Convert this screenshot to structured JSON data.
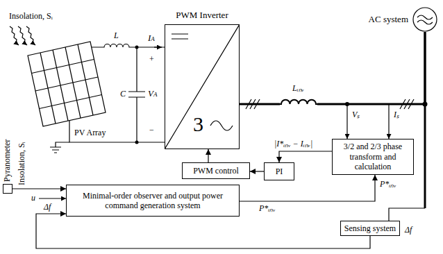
{
  "diagram": {
    "nodes": [
      {
        "text": [
          "PWM Inverter",
          "3"
        ]
      },
      {
        "text": [
          "AC system"
        ]
      },
      {
        "text": [
          "3/2 and 2/3 phase transform and calculation"
        ]
      },
      {
        "text": [
          "PI"
        ]
      },
      {
        "text": [
          "PWM control"
        ]
      },
      {
        "text": [
          "Pyranometer"
        ]
      },
      {
        "text": [
          "Minimal-order observer and output power command generation system"
        ]
      },
      {
        "text": [
          "Sensing system"
        ]
      }
    ],
    "edges": [
      {
        "from": 0,
        "to": 1,
        "arrow": "none"
      },
      {
        "from": 2,
        "to": 3,
        "arrow": "to",
        "label": "|I*ᵢₙᵥ − Iᵢₙᵥ|"
      },
      {
        "from": 3,
        "to": 4,
        "arrow": "to"
      },
      {
        "from": 4,
        "to": 0,
        "arrow": "to"
      },
      {
        "from": 6,
        "to": 2,
        "arrow": "to",
        "label": "P*ᵢₙᵥ"
      },
      {
        "from": 7,
        "to": 6,
        "arrow": "to",
        "label": "Δf"
      },
      {
        "from": 5,
        "to": 6,
        "arrow": "to",
        "label": "Insolation, Sᵢ"
      }
    ],
    "labels": [
      "Insolation, Sᵢ",
      "L",
      "IA",
      "C",
      "+",
      "VA",
      "−",
      "PV Array",
      "Lᵢₙᵥ",
      "Vₛ",
      "Iₛ",
      "P*ᵢₙᵥ",
      "Δf",
      "u"
    ]
  }
}
